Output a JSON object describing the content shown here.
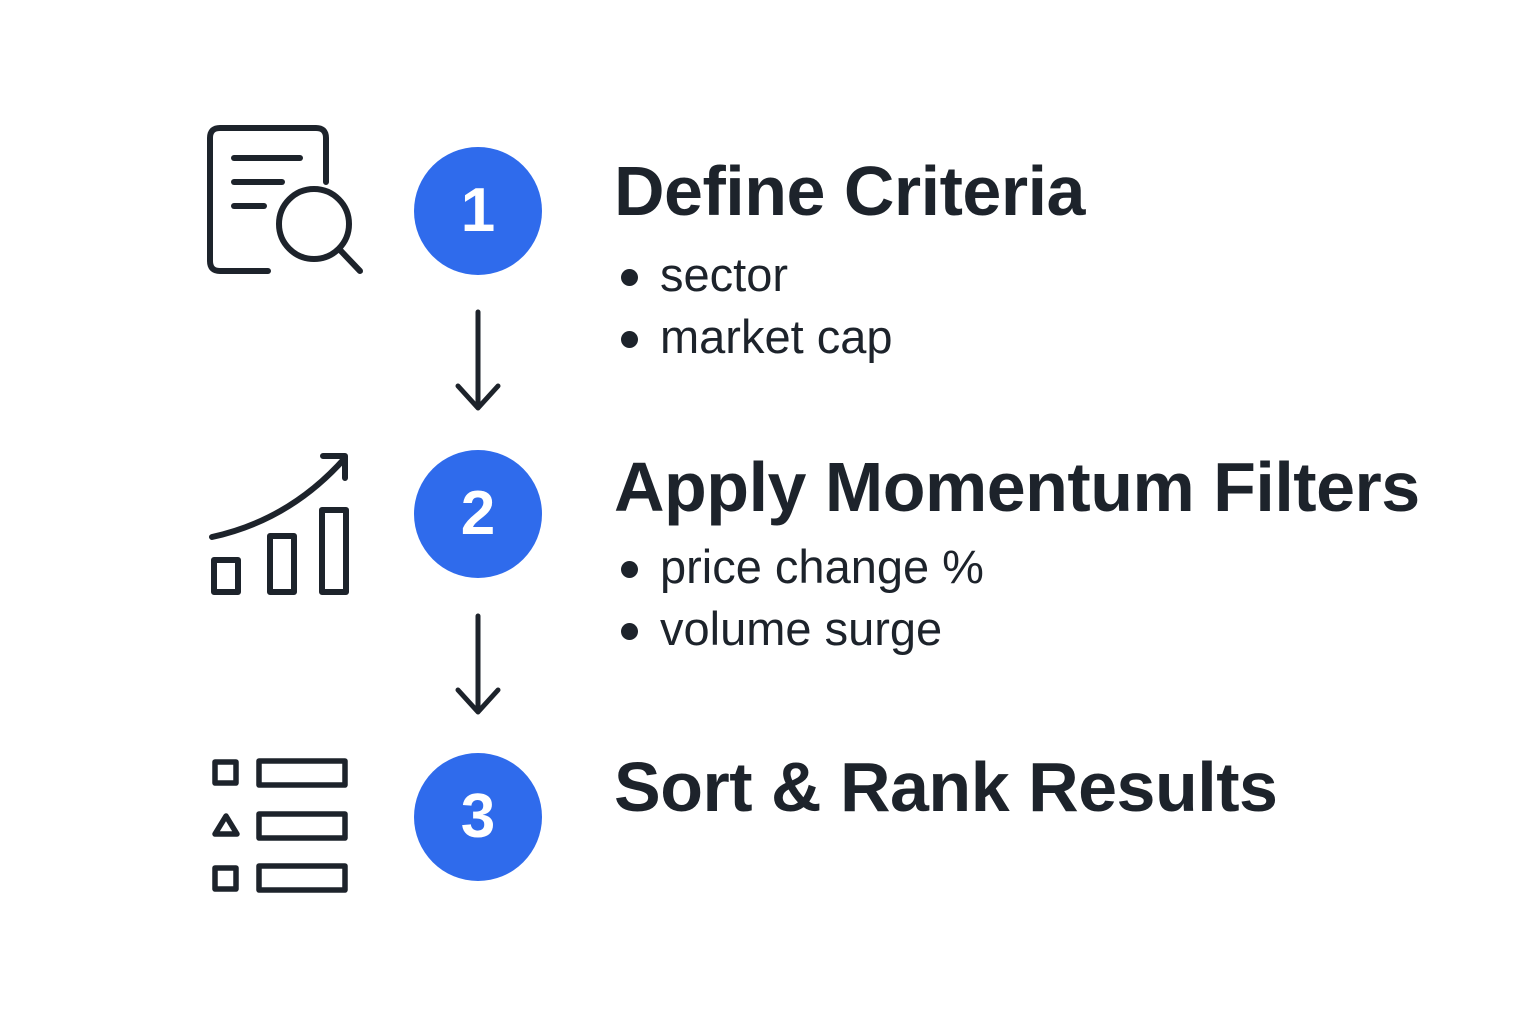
{
  "colors": {
    "accent": "#2f6bec",
    "ink": "#1d232b",
    "background": "#ffffff",
    "badge_text": "#ffffff"
  },
  "steps": [
    {
      "number": "1",
      "icon": "document-search-icon",
      "title": "Define Criteria",
      "bullets": [
        "sector",
        "market cap"
      ]
    },
    {
      "number": "2",
      "icon": "growth-chart-icon",
      "title": "Apply Momentum Filters",
      "bullets": [
        "price change %",
        "volume surge"
      ]
    },
    {
      "number": "3",
      "icon": "ranked-list-icon",
      "title": "Sort & Rank Results",
      "bullets": []
    }
  ]
}
